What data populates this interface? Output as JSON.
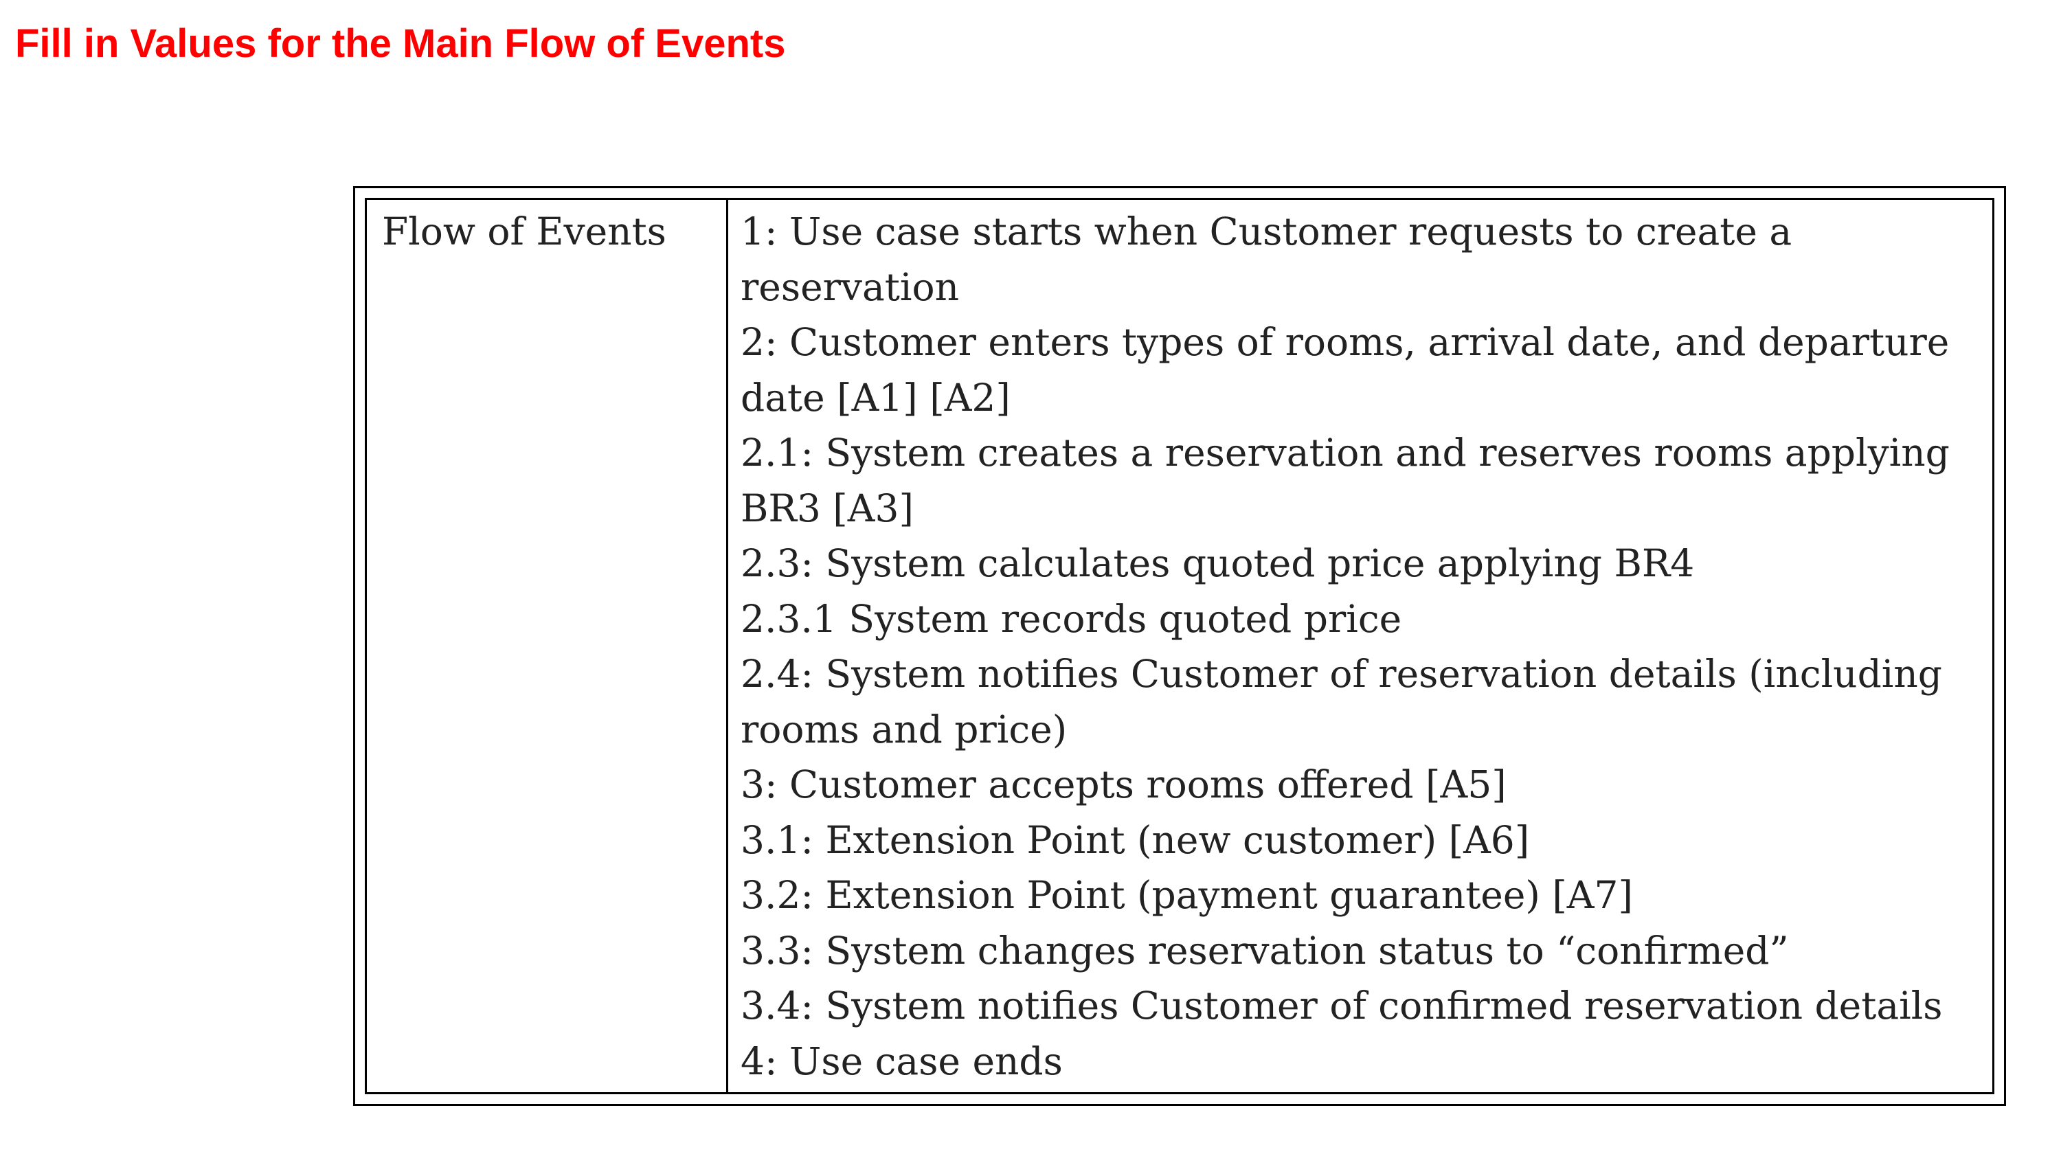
{
  "heading": "Fill in Values for the Main Flow of Events",
  "table": {
    "label": "Flow of Events",
    "lines": [
      "1: Use case starts when Customer requests to create a",
      "reservation",
      "2: Customer enters types of rooms, arrival date, and departure",
      "date [A1] [A2]",
      "2.1: System creates a reservation and reserves rooms applying",
      "BR3 [A3]",
      "2.3: System calculates quoted price applying BR4",
      "2.3.1 System records quoted price",
      "2.4: System notifies Customer of reservation details (including",
      "rooms and price)",
      "3: Customer accepts rooms offered [A5]",
      "3.1: Extension Point (new customer) [A6]",
      "3.2: Extension Point (payment guarantee) [A7]",
      "3.3: System changes reservation status to “confirmed”",
      "3.4: System notifies Customer of confirmed reservation details",
      "4: Use case ends"
    ]
  }
}
